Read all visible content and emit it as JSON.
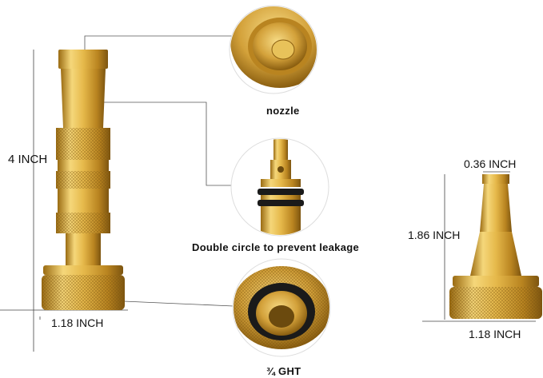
{
  "labels": {
    "height_main": "4 INCH",
    "width_main": "1.18 INCH",
    "callout_nozzle": "nozzle",
    "callout_double_circle": "Double circle to prevent leakage",
    "callout_ght": "¾ GHT",
    "tip_width": "0.36 INCH",
    "height_small": "1.86 INCH",
    "width_small": "1.18 INCH"
  },
  "colors": {
    "brass_light": "#f5d77a",
    "brass_mid": "#d9a93a",
    "brass_dark": "#9a6b12",
    "oring": "#1a1a1a",
    "line": "#444444"
  }
}
